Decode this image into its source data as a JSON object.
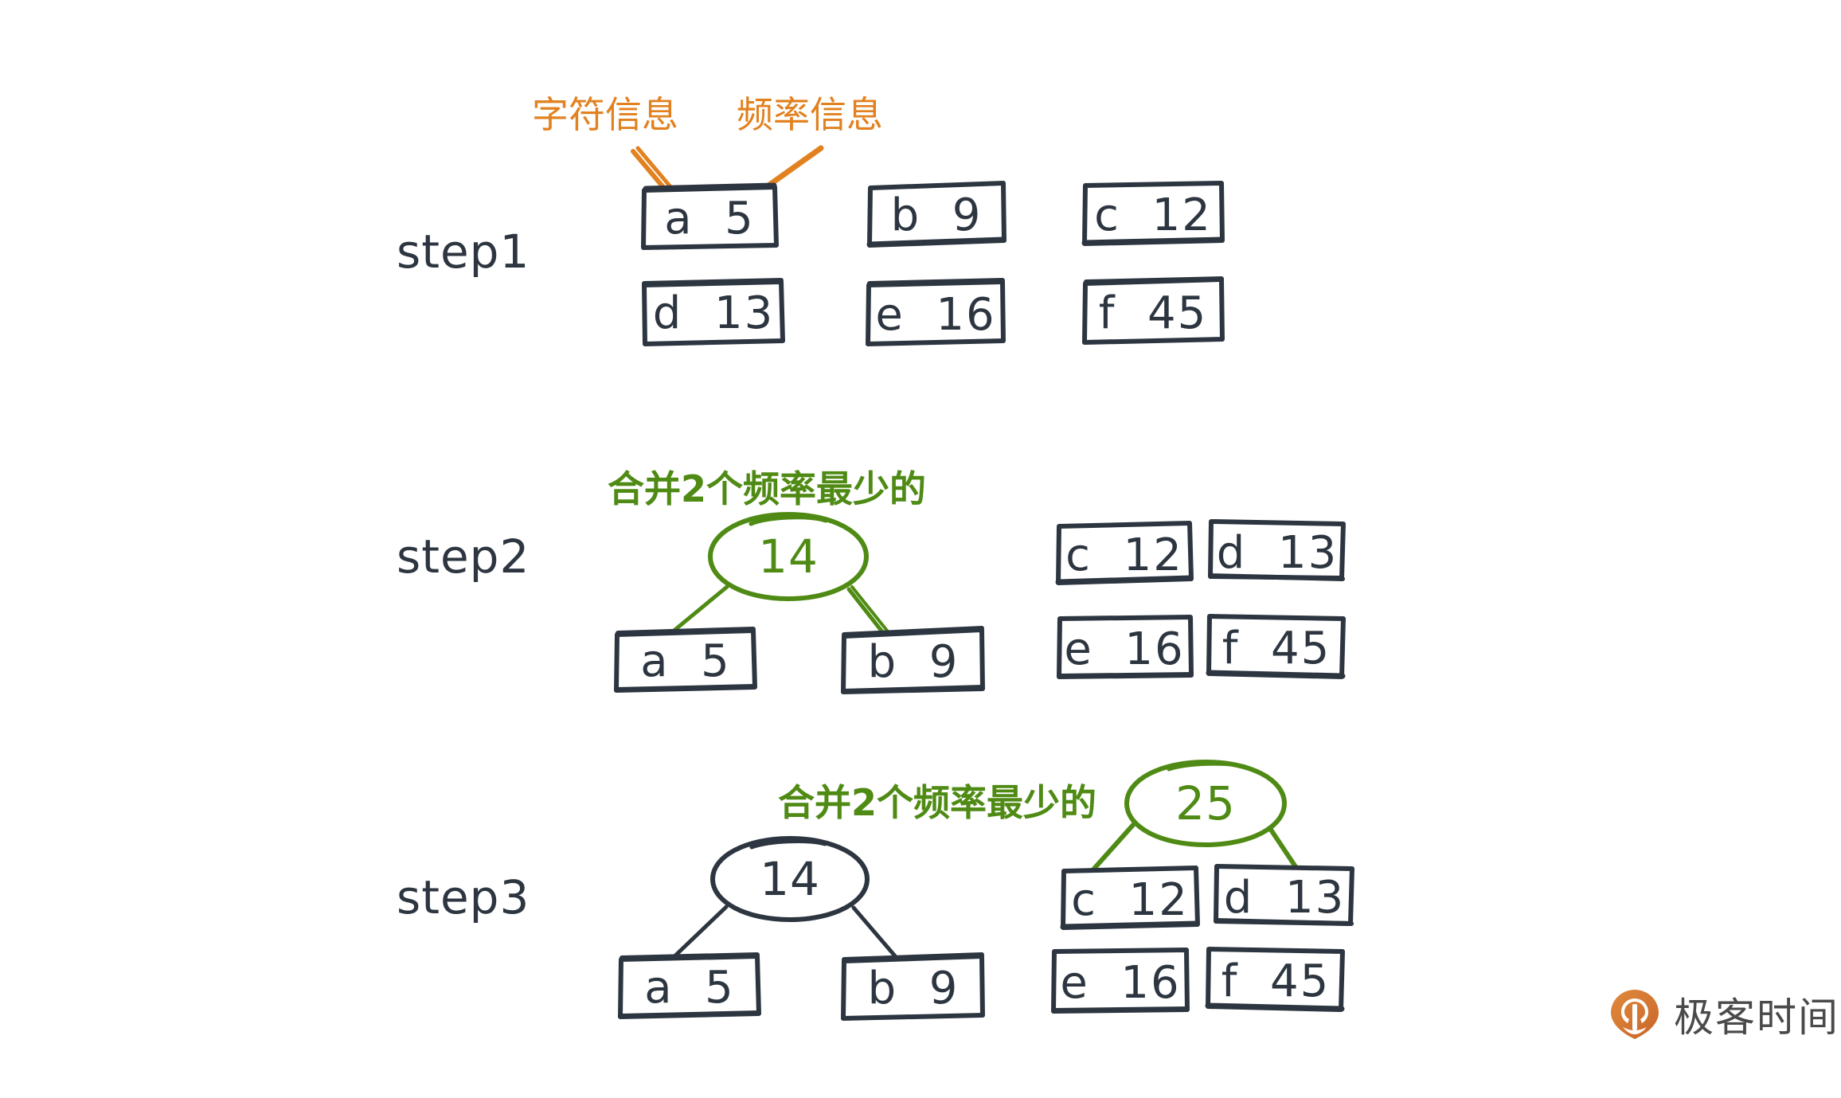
{
  "colors": {
    "ink": "#2d3640",
    "orange": "#e2811f",
    "green": "#4f8b14",
    "logo_orange": "#d9762a",
    "logo_text": "#4a4a4a",
    "background": "#ffffff"
  },
  "annotations": {
    "char_info": "字符信息",
    "freq_info": "频率信息",
    "merge_two_smallest": "合并2个频率最少的"
  },
  "steps": [
    {
      "label": "step1",
      "boxes": [
        {
          "char": "a",
          "freq": "5",
          "text": "a  5"
        },
        {
          "char": "b",
          "freq": "9",
          "text": "b  9"
        },
        {
          "char": "c",
          "freq": "12",
          "text": "c  12"
        },
        {
          "char": "d",
          "freq": "13",
          "text": "d  13"
        },
        {
          "char": "e",
          "freq": "16",
          "text": "e  16"
        },
        {
          "char": "f",
          "freq": "45",
          "text": "f  45"
        }
      ],
      "ellipses": []
    },
    {
      "label": "step2",
      "boxes": [
        {
          "char": "a",
          "freq": "5",
          "text": "a  5"
        },
        {
          "char": "b",
          "freq": "9",
          "text": "b  9"
        },
        {
          "char": "c",
          "freq": "12",
          "text": "c  12"
        },
        {
          "char": "d",
          "freq": "13",
          "text": "d  13"
        },
        {
          "char": "e",
          "freq": "16",
          "text": "e  16"
        },
        {
          "char": "f",
          "freq": "45",
          "text": "f  45"
        }
      ],
      "ellipses": [
        {
          "value": "14",
          "color": "green",
          "children": [
            "a  5",
            "b  9"
          ]
        }
      ]
    },
    {
      "label": "step3",
      "boxes": [
        {
          "char": "a",
          "freq": "5",
          "text": "a  5"
        },
        {
          "char": "b",
          "freq": "9",
          "text": "b  9"
        },
        {
          "char": "c",
          "freq": "12",
          "text": "c  12"
        },
        {
          "char": "d",
          "freq": "13",
          "text": "d  13"
        },
        {
          "char": "e",
          "freq": "16",
          "text": "e  16"
        },
        {
          "char": "f",
          "freq": "45",
          "text": "f  45"
        }
      ],
      "ellipses": [
        {
          "value": "14",
          "color": "dark",
          "children": [
            "a  5",
            "b  9"
          ]
        },
        {
          "value": "25",
          "color": "green",
          "children": [
            "c  12",
            "d  13"
          ]
        }
      ]
    }
  ],
  "logo": {
    "text": "极客时间",
    "mark": "geekbang-pin-icon"
  }
}
